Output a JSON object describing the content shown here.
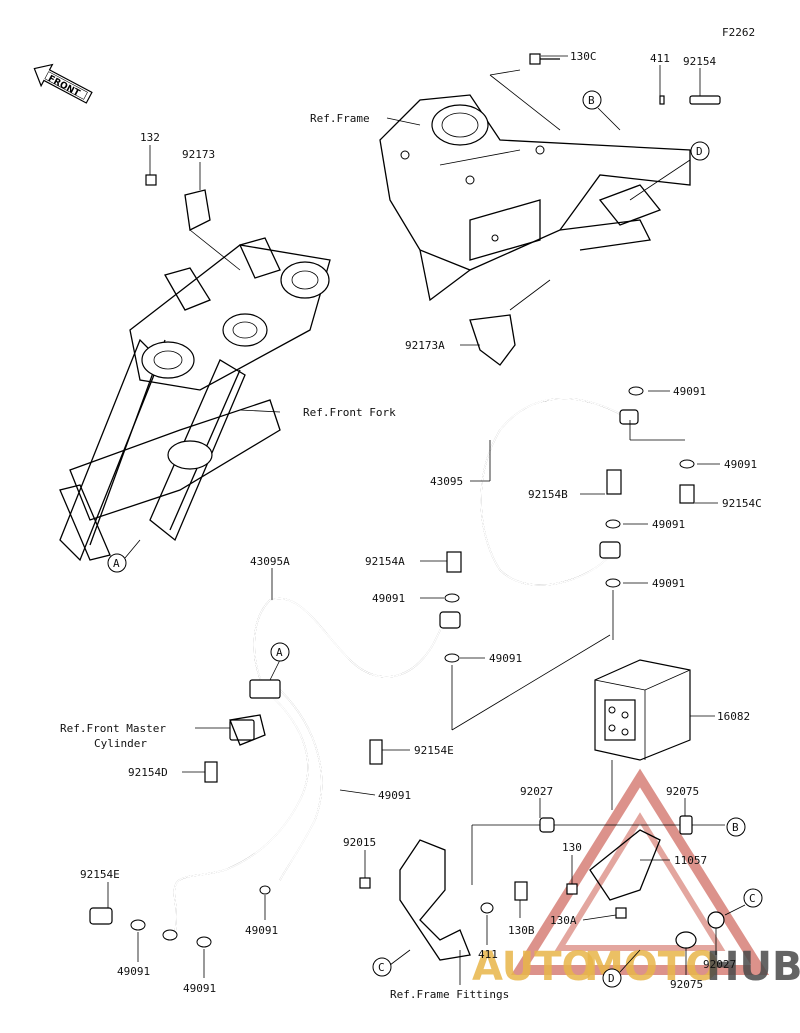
{
  "figure_code": "F2262",
  "front_tag": "FRONT",
  "watermark": {
    "text_auto": "AUTO",
    "text_moto": "MOTO",
    "text_hub": "HUB",
    "color_auto": "#e8b64a",
    "color_moto": "#e8b64a",
    "color_hub": "#4a4a4a",
    "triangle_color": "#c0392b"
  },
  "refs": {
    "frame": "Ref.Frame",
    "front_fork": "Ref.Front Fork",
    "master_cyl_1": "Ref.Front Master",
    "master_cyl_2": "Cylinder",
    "frame_fittings": "Ref.Frame Fittings"
  },
  "callouts": {
    "A": "A",
    "B": "B",
    "C": "C",
    "D": "D"
  },
  "parts": {
    "p130C": "130C",
    "p411_top": "411",
    "p92154_top": "92154",
    "p132": "132",
    "p92173": "92173",
    "p92173A": "92173A",
    "p49091_a": "49091",
    "p49091_b": "49091",
    "p43095": "43095",
    "p92154B": "92154B",
    "p49091_c": "49091",
    "p92154C": "92154C",
    "p49091_d": "49091",
    "p43095A": "43095A",
    "p92154A": "92154A",
    "p49091_e": "49091",
    "p49091_f": "49091",
    "p16082": "16082",
    "p92154D": "92154D",
    "p92154E_a": "92154E",
    "p49091_g": "49091",
    "p92027_a": "92027",
    "p92075_a": "92075",
    "p92015": "92015",
    "p130": "130",
    "p11057": "11057",
    "p92154E_b": "92154E",
    "p130A": "130A",
    "p130B": "130B",
    "p411_bot": "411",
    "p49091_h": "49091",
    "p49091_i": "49091",
    "p49091_j": "49091",
    "p92027_b": "92027",
    "p92075_b": "92075"
  }
}
